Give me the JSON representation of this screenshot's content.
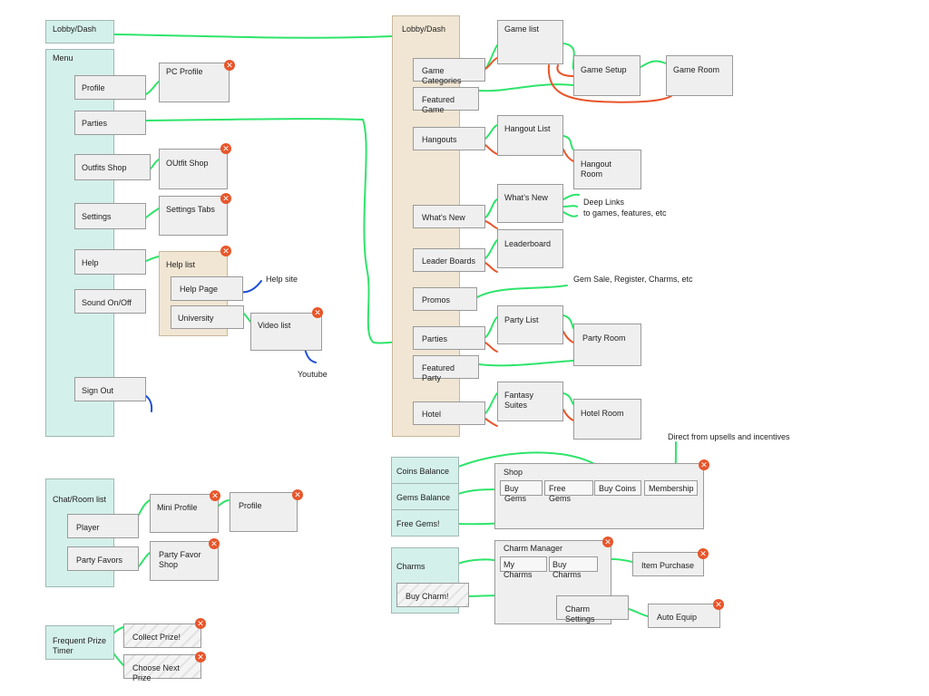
{
  "colors": {
    "green": "#2ee46a",
    "orange": "#e8552a",
    "blue": "#1f4fd6"
  },
  "icons": {
    "close": "close-icon"
  },
  "left": {
    "lobby_dash": "Lobby/Dash",
    "menu": {
      "title": "Menu",
      "profile": "Profile",
      "pc_profile": "PC Profile",
      "parties": "Parties",
      "outfits_shop": "Outfits Shop",
      "outfit_shop": "OUtfit Shop",
      "settings": "Settings",
      "settings_tabs": "Settings Tabs",
      "help": "Help",
      "help_list": "Help list",
      "help_page": "Help Page",
      "help_site": "Help site",
      "university": "University",
      "video_list": "Video list",
      "youtube": "Youtube",
      "sound": "Sound On/Off",
      "sign_out": "Sign Out"
    },
    "chat": {
      "title": "Chat/Room list",
      "player": "Player",
      "party_favors": "Party Favors",
      "mini_profile": "Mini Profile",
      "profile": "Profile",
      "party_favor_shop": "Party Favor Shop"
    },
    "prize": {
      "title": "Frequent Prize Timer",
      "collect": "Collect Prize!",
      "choose": "Choose Next Prize"
    }
  },
  "lobby": {
    "title": "Lobby/Dash",
    "game_categories": "Game Categories",
    "game_list": "Game list",
    "game_setup": "Game Setup",
    "game_room": "Game Room",
    "featured_game": "Featured Game",
    "hangouts": "Hangouts",
    "hangout_list": "Hangout List",
    "hangout_room": "Hangout Room",
    "whats_new": "What's New",
    "whats_new_box": "What’s New",
    "deep_links": "Deep Links",
    "deep_links_2": "to games, features, etc",
    "leader_boards": "Leader Boards",
    "leaderboard": "Leaderboard",
    "promos": "Promos",
    "promos_note": "Gem Sale, Register, Charms, etc",
    "parties": "Parties",
    "party_list": "Party List",
    "party_room": "Party Room",
    "featured_party": "Featured Party",
    "hotel": "Hotel",
    "fantasy_suites": "Fantasy Suites",
    "hotel_room": "Hotel Room"
  },
  "shop": {
    "coins_balance": "Coins Balance",
    "gems_balance": "Gems Balance",
    "free_gems": "Free Gems!",
    "title": "Shop",
    "buy_gems": "Buy Gems",
    "free_gems_tab": "Free Gems",
    "buy_coins": "Buy Coins",
    "membership": "Membership",
    "note": "Direct from upsells and incentives"
  },
  "charms": {
    "title": "Charms",
    "buy_charm": "Buy Charm!",
    "manager": "Charm Manager",
    "my_charms": "My Charms",
    "buy_charms": "Buy Charms",
    "item_purchase": "Item Purchase",
    "settings": "Charm Settings",
    "auto_equip": "Auto Equip"
  }
}
